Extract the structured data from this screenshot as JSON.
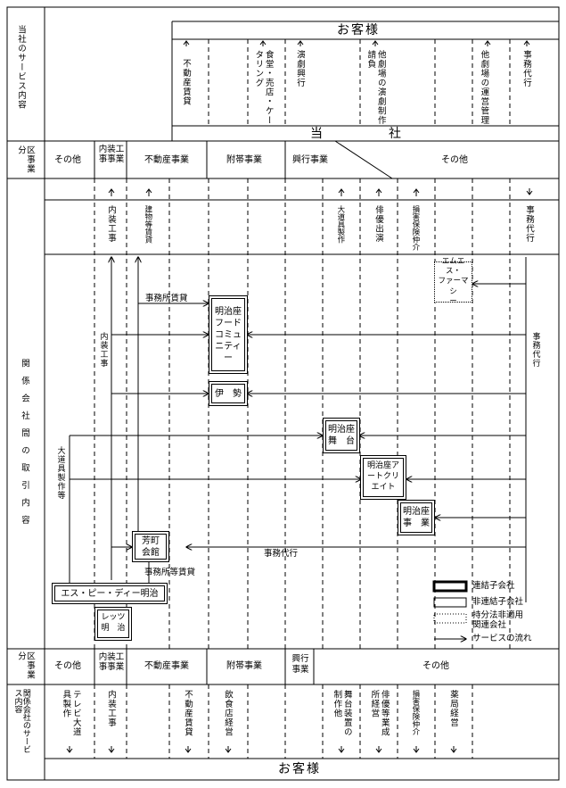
{
  "top_customers": "お客様",
  "bottom_customers": "お客様",
  "company": "当　社",
  "left_labels": {
    "company_services": "当社のサービス内容",
    "segment_top": "区事業分",
    "relations": "関係会社間の取引内容",
    "segment_bottom": "区事業分",
    "affiliate_services": "関係会社のサービス内容"
  },
  "top_services": [
    "不動産賃貸",
    "食堂・売店・ケータリング",
    "演劇興行",
    "他劇場の演劇制作請負",
    "他劇場の運営管理",
    "事務代行"
  ],
  "segments_top": [
    "その他",
    "内装工事事業",
    "不動産事業",
    "附帯事業",
    "興行事業",
    "その他"
  ],
  "segments_bottom": [
    "その他",
    "内装工事事業",
    "不動産事業",
    "附帯事業",
    "興行事業",
    "その他"
  ],
  "flow_labels": [
    "内装工事",
    "建物等賃貸",
    "大道具製作",
    "俳優出演",
    "損害保険仲介",
    "事務代行"
  ],
  "companies": {
    "food": "明治座フード\nコミュニティー",
    "isei": "伊　勢",
    "butai": "明治座\n舞　台",
    "create": "明治座ア\nートクリ\nエイト",
    "jigyo": "明治座\n事　業",
    "yoshi": "芳町\n会館",
    "spd": "エス・ピー・ディー明治",
    "lets": "レッツ\n明　治",
    "ms": "エムエス・\nファーマシ\nー"
  },
  "annotations": {
    "office_lease": "事務所賃貸",
    "interior_work": "内装工事",
    "office_agency_right": "事務代行",
    "stage_props": "大道具製作等",
    "office_agency_mid": "事務代行",
    "office_lease_etc": "事務所等賃貸"
  },
  "bottom_services": [
    "テレビ大道具製作",
    "内装工事",
    "不動産賃貸",
    "飲食店経営",
    "舞台装置の制作他",
    "俳優等業成所経営",
    "損害保険仲介",
    "薬局経営"
  ],
  "legend": {
    "consolidated": "連結子会社",
    "non_consolidated": "非連結子会社",
    "equity_method": "持分法非適用\n関連会社",
    "service_flow": "サービスの流れ"
  }
}
